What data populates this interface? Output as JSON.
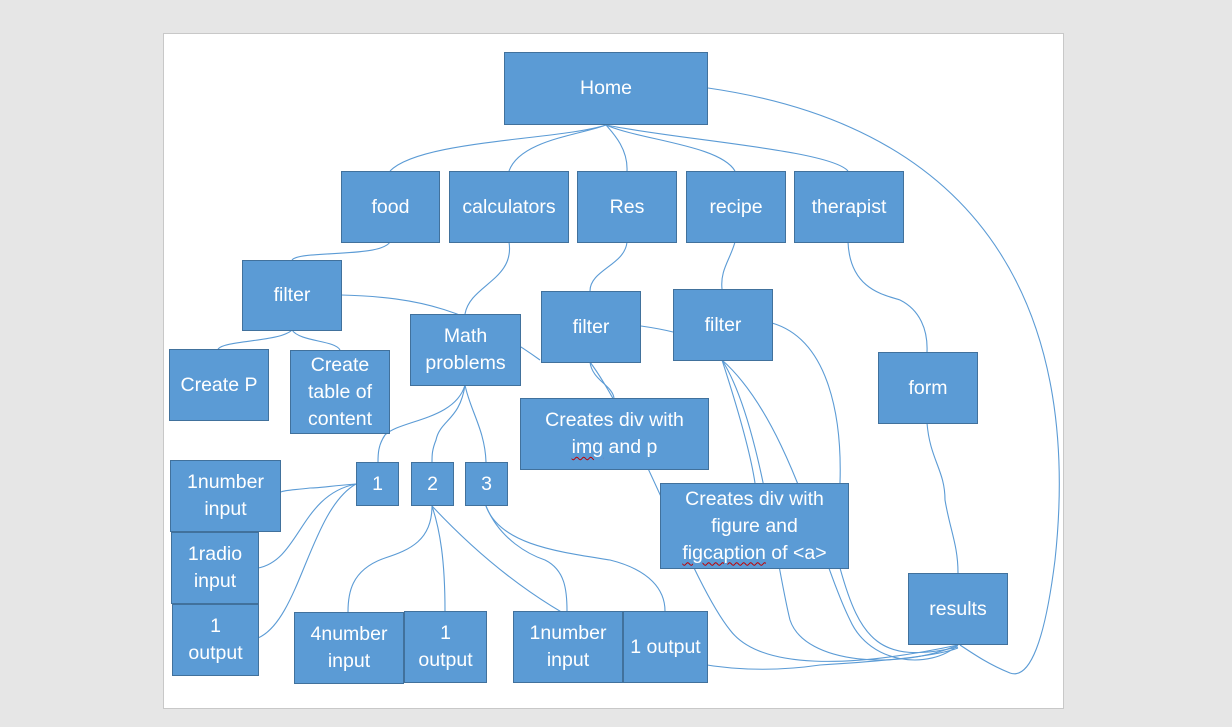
{
  "nodes": {
    "home": "Home",
    "food": "food",
    "calculators": "calculators",
    "res": "Res",
    "recipe": "recipe",
    "therapist": "therapist",
    "food_filter": "filter",
    "res_filter": "filter",
    "recipe_filter": "filter",
    "math_problems": "Math problems",
    "create_p": "Create P",
    "create_toc": "Create table of content",
    "creates_div_img": {
      "line1": "Creates div with",
      "line2_word": "img",
      "line2_rest": " and p"
    },
    "creates_div_figure": {
      "line1": "Creates div with",
      "line2": "figure and",
      "line3_word": "figcaption",
      "line3_rest": " of <a>"
    },
    "form": "form",
    "results": "results",
    "one": "1",
    "two": "2",
    "three": "3",
    "number_input_1": "1number input",
    "radio_input_1": "1radio input",
    "output_1": "1 output",
    "number_input_4": "4number input",
    "output_2": "1 output",
    "number_input_3": "1number input",
    "output_3": "1 output"
  },
  "colors": {
    "node_fill": "#5b9bd5",
    "node_border": "#41719c",
    "connector": "#5b9bd5",
    "text": "#ffffff",
    "spellcheck": "#c00000"
  }
}
